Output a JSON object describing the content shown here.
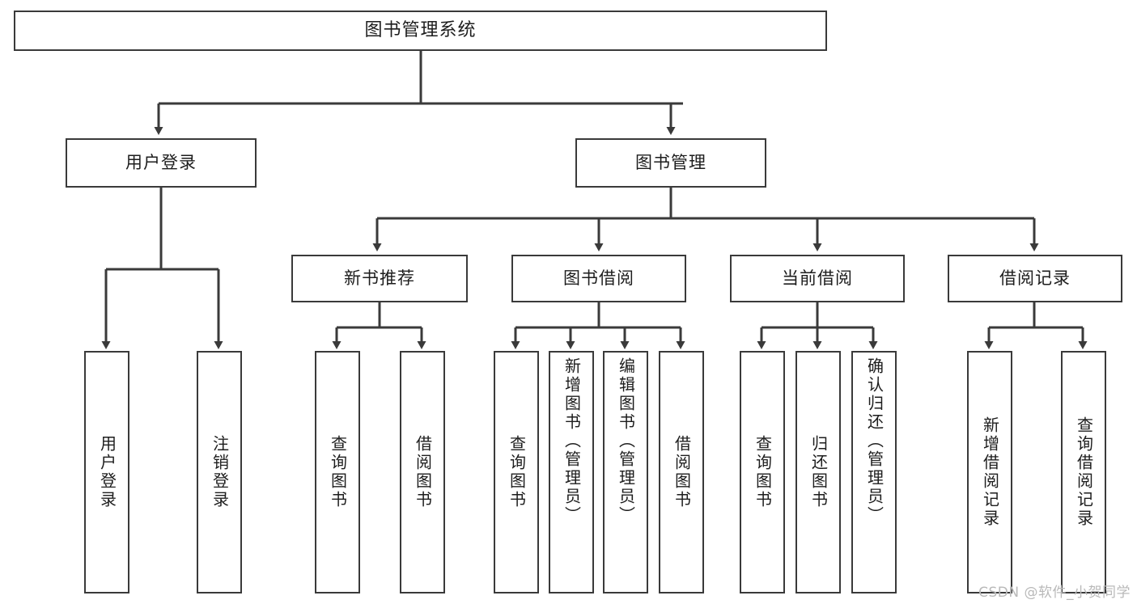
{
  "diagram": {
    "title": "图书管理系统",
    "type": "hierarchy-tree",
    "root": {
      "id": "root",
      "label": "图书管理系统"
    },
    "level1": [
      {
        "id": "user-login",
        "label": "用户登录"
      },
      {
        "id": "book-manage",
        "label": "图书管理"
      }
    ],
    "level2": [
      {
        "id": "new-book-recommend",
        "label": "新书推荐",
        "parent": "book-manage"
      },
      {
        "id": "book-borrow",
        "label": "图书借阅",
        "parent": "book-manage"
      },
      {
        "id": "current-borrow",
        "label": "当前借阅",
        "parent": "book-manage"
      },
      {
        "id": "borrow-record",
        "label": "借阅记录",
        "parent": "book-manage"
      }
    ],
    "leaves": [
      {
        "id": "leaf-user-login",
        "label": "用户登录",
        "parent": "user-login"
      },
      {
        "id": "leaf-logout",
        "label": "注销登录",
        "parent": "user-login"
      },
      {
        "id": "leaf-query-book-1",
        "label": "查询图书",
        "parent": "new-book-recommend"
      },
      {
        "id": "leaf-borrow-book-1",
        "label": "借阅图书",
        "parent": "new-book-recommend"
      },
      {
        "id": "leaf-query-book-2",
        "label": "查询图书",
        "parent": "book-borrow"
      },
      {
        "id": "leaf-add-book",
        "label": "新增图书（管理员）",
        "parent": "book-borrow"
      },
      {
        "id": "leaf-edit-book",
        "label": "编辑图书（管理员）",
        "parent": "book-borrow"
      },
      {
        "id": "leaf-borrow-book-2",
        "label": "借阅图书",
        "parent": "book-borrow"
      },
      {
        "id": "leaf-query-book-3",
        "label": "查询图书",
        "parent": "current-borrow"
      },
      {
        "id": "leaf-return-book",
        "label": "归还图书",
        "parent": "current-borrow"
      },
      {
        "id": "leaf-confirm-return",
        "label": "确认归还（管理员）",
        "parent": "current-borrow"
      },
      {
        "id": "leaf-add-record",
        "label": "新增借阅记录",
        "parent": "borrow-record"
      },
      {
        "id": "leaf-query-record",
        "label": "查询借阅记录",
        "parent": "borrow-record"
      }
    ]
  },
  "watermark": {
    "text": "CSDN @软件_小贺同学"
  },
  "colors": {
    "stroke": "#3a3a3a",
    "background": "#ffffff",
    "text": "#1d1d1d",
    "watermark": "#b9b9b9"
  }
}
